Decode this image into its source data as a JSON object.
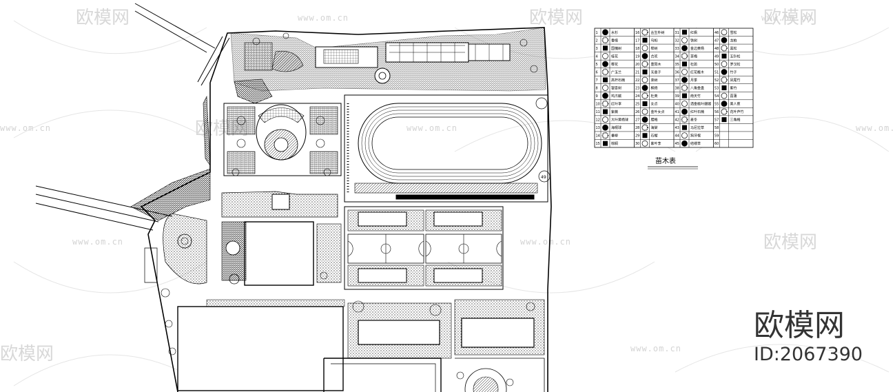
{
  "title": "苗木表",
  "watermark": {
    "brand": "欧模网",
    "url": "www.om.cn",
    "id": "ID:2067390"
  },
  "legend": {
    "columns": [
      [
        {
          "no": "1",
          "name": "水杉"
        },
        {
          "no": "2",
          "name": "香樟"
        },
        {
          "no": "3",
          "name": "国槐树"
        },
        {
          "no": "4",
          "name": "桂花"
        },
        {
          "no": "5",
          "name": "樱花"
        },
        {
          "no": "6",
          "name": "广玉兰"
        },
        {
          "no": "7",
          "name": "高杆石楠"
        },
        {
          "no": "8",
          "name": "银杏树"
        },
        {
          "no": "9",
          "name": "鸡爪槭"
        },
        {
          "no": "10",
          "name": "红叶李"
        },
        {
          "no": "11",
          "name": "紫薇"
        },
        {
          "no": "12",
          "name": "大叶黄杨球"
        },
        {
          "no": "13",
          "name": "海桐球"
        },
        {
          "no": "14",
          "name": "垂柳"
        },
        {
          "no": "15",
          "name": "棕榈"
        }
      ],
      [
        {
          "no": "16",
          "name": "丛生朴树"
        },
        {
          "no": "17",
          "name": "乌桕"
        },
        {
          "no": "18",
          "name": "榉树"
        },
        {
          "no": "19",
          "name": "合欢"
        },
        {
          "no": "20",
          "name": "重阳木"
        },
        {
          "no": "21",
          "name": "无患子"
        },
        {
          "no": "22",
          "name": "栾树"
        },
        {
          "no": "23",
          "name": "枫杨"
        },
        {
          "no": "24",
          "name": "杜英"
        },
        {
          "no": "25",
          "name": "女贞"
        },
        {
          "no": "26",
          "name": "金叶女贞"
        },
        {
          "no": "27",
          "name": "腊梅"
        },
        {
          "no": "28",
          "name": "海棠"
        },
        {
          "no": "29",
          "name": "石榴"
        },
        {
          "no": "30",
          "name": "紫叶李"
        }
      ],
      [
        {
          "no": "31",
          "name": "红枫"
        },
        {
          "no": "32",
          "name": "铁树"
        },
        {
          "no": "33",
          "name": "金边黄杨"
        },
        {
          "no": "34",
          "name": "茶梅"
        },
        {
          "no": "35",
          "name": "杜鹃"
        },
        {
          "no": "36",
          "name": "红花檵木"
        },
        {
          "no": "37",
          "name": "月季"
        },
        {
          "no": "38",
          "name": "八角金盘"
        },
        {
          "no": "39",
          "name": "南天竹"
        },
        {
          "no": "40",
          "name": "洒金桃叶珊瑚"
        },
        {
          "no": "41",
          "name": "红叶石楠"
        },
        {
          "no": "42",
          "name": "麦冬"
        },
        {
          "no": "43",
          "name": "马尼拉草"
        },
        {
          "no": "44",
          "name": "狗牙根"
        },
        {
          "no": "45",
          "name": "结缕草"
        }
      ],
      [
        {
          "no": "46",
          "name": "雪松"
        },
        {
          "no": "47",
          "name": "龙柏"
        },
        {
          "no": "48",
          "name": "黑松"
        },
        {
          "no": "49",
          "name": "五针松"
        },
        {
          "no": "50",
          "name": "罗汉松"
        },
        {
          "no": "51",
          "name": "竹子"
        },
        {
          "no": "52",
          "name": "凤尾竹"
        },
        {
          "no": "53",
          "name": "紫竹"
        },
        {
          "no": "54",
          "name": "菖蒲"
        },
        {
          "no": "55",
          "name": "美人蕉"
        },
        {
          "no": "56",
          "name": "花叶芦竹"
        },
        {
          "no": "57",
          "name": "三角梅"
        },
        {
          "no": "58",
          "name": ""
        },
        {
          "no": "59",
          "name": ""
        },
        {
          "no": "60",
          "name": ""
        }
      ]
    ]
  },
  "site_labels": {
    "track_marker": "49"
  },
  "colors": {
    "line": "#000000",
    "watermark": "#d4d4d4",
    "background": "#ffffff"
  }
}
